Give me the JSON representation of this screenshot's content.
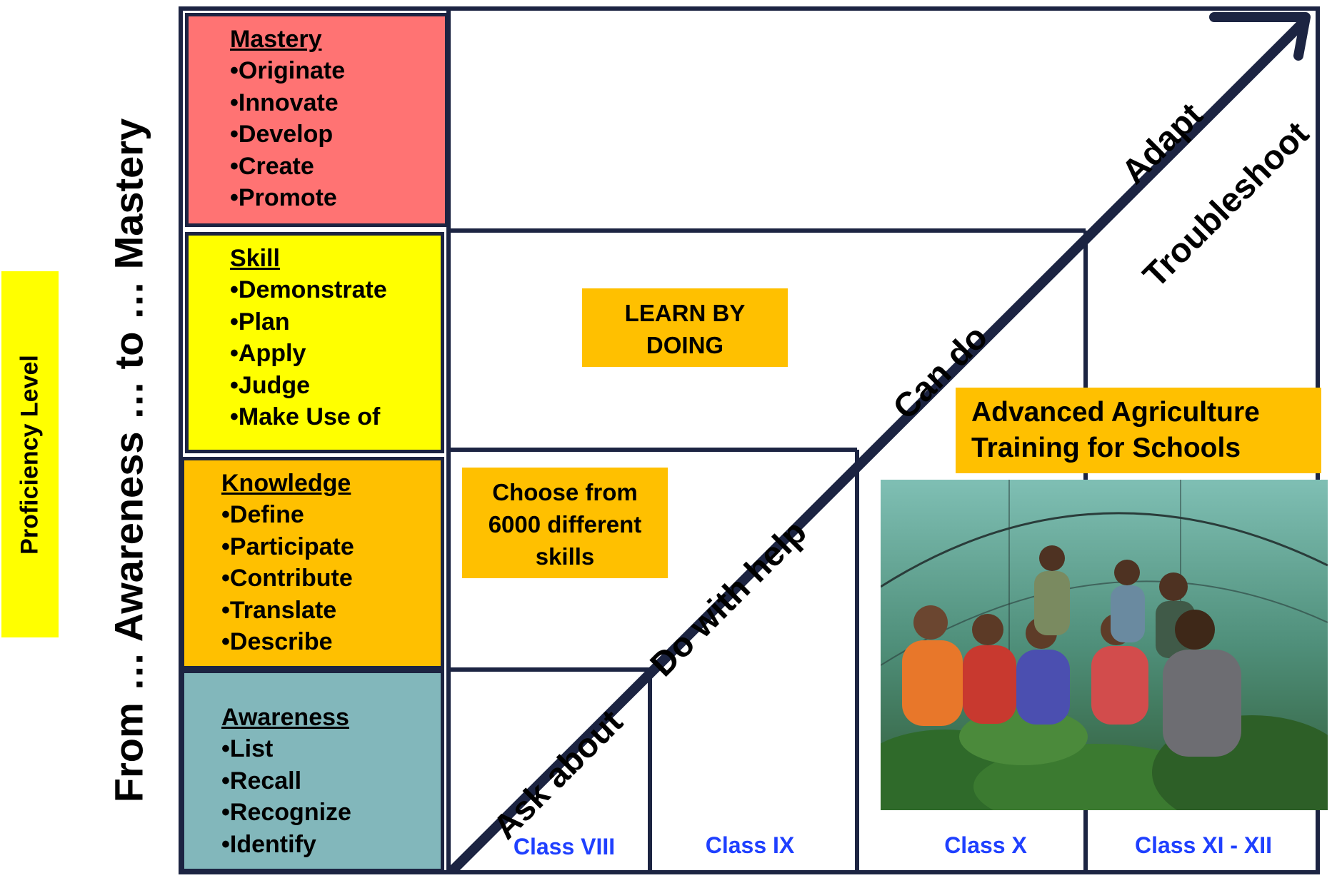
{
  "side_label": "Proficiency Level",
  "axis_title": "From … Awareness … to … Mastery",
  "levels": {
    "mastery": {
      "heading": "Mastery",
      "items": [
        "•Originate",
        "•Innovate",
        "•Develop",
        "•Create",
        "•Promote"
      ],
      "color": "#ff7373"
    },
    "skill": {
      "heading": "Skill",
      "items": [
        "•Demonstrate",
        "•Plan",
        "•Apply",
        "•Judge",
        "•Make Use of"
      ],
      "color": "#ffff00"
    },
    "knowledge": {
      "heading": "Knowledge",
      "items": [
        "•Define",
        "•Participate",
        "•Contribute",
        "•Translate",
        "•Describe"
      ],
      "color": "#ffc000"
    },
    "awareness": {
      "heading": "Awareness",
      "items": [
        "•List",
        "•Recall",
        "•Recognize",
        "•Identify"
      ],
      "color": "#82b7bb"
    }
  },
  "callouts": {
    "learn_line1": "LEARN BY",
    "learn_line2": "DOING",
    "choose_line1": "Choose from",
    "choose_line2": "6000 different",
    "choose_line3": "skills",
    "agri_line1": "Advanced Agriculture",
    "agri_line2": "Training for Schools"
  },
  "diagonal_labels": {
    "ask_about": "Ask about",
    "do_with_help": "Do with help",
    "can_do": "Can do",
    "adapt": "Adapt",
    "troubleshoot": "Troubleshoot"
  },
  "classes": [
    "Class VIII",
    "Class IX",
    "Class X",
    "Class XI - XII"
  ],
  "colors": {
    "line": "#1c2442",
    "class_text": "#1f40ff",
    "callout": "#ffc000"
  }
}
